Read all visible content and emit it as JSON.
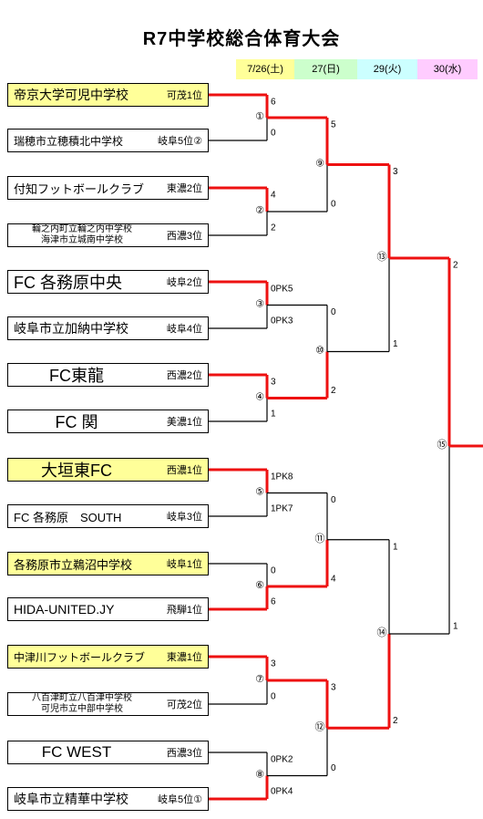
{
  "title": "R7中学校総合体育大会",
  "legend": [
    {
      "label": "7/26(土)",
      "color": "#ffff99"
    },
    {
      "label": "27(日)",
      "color": "#ccffcc"
    },
    {
      "label": "29(火)",
      "color": "#ccffff"
    },
    {
      "label": "30(水)",
      "color": "#ffccff"
    }
  ],
  "teams": [
    {
      "name": "帝京大学可児中学校",
      "seed": "可茂1位",
      "highlight": true
    },
    {
      "name": "瑞穂市立穂積北中学校",
      "seed": "岐阜5位②",
      "highlight": false
    },
    {
      "name": "付知フットボールクラブ",
      "seed": "東濃2位",
      "highlight": false
    },
    {
      "name_lines": [
        "輪之内町立輪之内中学校",
        "海津市立城南中学校"
      ],
      "seed": "西濃3位",
      "highlight": false
    },
    {
      "name": "FC 各務原中央",
      "seed": "岐阜2位",
      "highlight": false
    },
    {
      "name": "岐阜市立加納中学校",
      "seed": "岐阜4位",
      "highlight": false
    },
    {
      "name": "FC東龍",
      "seed": "西濃2位",
      "highlight": false
    },
    {
      "name": "FC 関",
      "seed": "美濃1位",
      "highlight": false
    },
    {
      "name": "大垣東FC",
      "seed": "西濃1位",
      "highlight": true
    },
    {
      "name": "FC 各務原　SOUTH",
      "seed": "岐阜3位",
      "highlight": false
    },
    {
      "name": "各務原市立鵜沼中学校",
      "seed": "岐阜1位",
      "highlight": true
    },
    {
      "name": "HIDA-UNITED.JY",
      "seed": "飛騨1位",
      "highlight": false
    },
    {
      "name": "中津川フットボールクラブ",
      "seed": "東濃1位",
      "highlight": true
    },
    {
      "name_lines": [
        "八百津町立八百津中学校",
        "可児市立中部中学校"
      ],
      "seed": "可茂2位",
      "highlight": false
    },
    {
      "name": "FC WEST",
      "seed": "西濃3位",
      "highlight": false
    },
    {
      "name": "岐阜市立精華中学校",
      "seed": "岐阜5位①",
      "highlight": false
    }
  ],
  "matches": [
    {
      "no": "①",
      "scores": [
        "6",
        "0"
      ]
    },
    {
      "no": "②",
      "scores": [
        "4",
        "2"
      ]
    },
    {
      "no": "③",
      "scores": [
        "0PK5",
        "0PK3"
      ]
    },
    {
      "no": "④",
      "scores": [
        "3",
        "1"
      ]
    },
    {
      "no": "⑤",
      "scores": [
        "1PK8",
        "1PK7"
      ]
    },
    {
      "no": "⑥",
      "scores": [
        "0",
        "6"
      ]
    },
    {
      "no": "⑦",
      "scores": [
        "3",
        "0"
      ]
    },
    {
      "no": "⑧",
      "scores": [
        "0PK2",
        "0PK4"
      ]
    },
    {
      "no": "⑨",
      "scores": [
        "5",
        "0"
      ]
    },
    {
      "no": "⑩",
      "scores": [
        "0",
        "2"
      ]
    },
    {
      "no": "⑪",
      "scores": [
        "0",
        "4"
      ]
    },
    {
      "no": "⑫",
      "scores": [
        "3",
        "0"
      ]
    },
    {
      "no": "⑬",
      "scores": [
        "3",
        "1"
      ]
    },
    {
      "no": "⑭",
      "scores": [
        "1",
        "2"
      ]
    },
    {
      "no": "⑮",
      "scores": [
        "2",
        "1"
      ]
    }
  ]
}
